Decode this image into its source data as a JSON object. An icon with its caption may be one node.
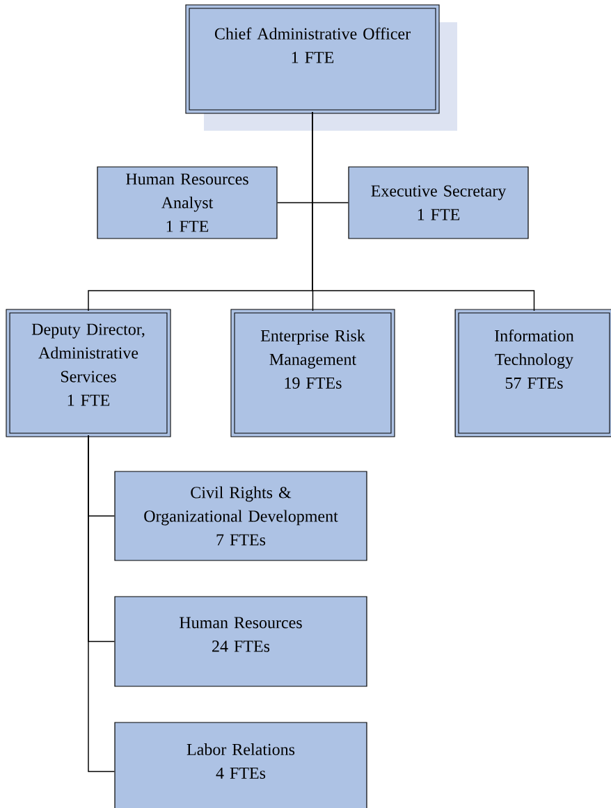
{
  "diagram": {
    "nodes": [
      {
        "text": [
          "Chief Administrative Officer",
          "1 FTE"
        ]
      },
      {
        "text": [
          "Human Resources Analyst",
          "1 FTE"
        ]
      },
      {
        "text": [
          "Executive Secretary",
          "1 FTE"
        ]
      },
      {
        "text": [
          "Deputy Director, Administrative Services",
          "1 FTE"
        ]
      },
      {
        "text": [
          "Enterprise Risk Management",
          "19 FTEs"
        ]
      },
      {
        "text": [
          "Information Technology",
          "57 FTEs"
        ]
      },
      {
        "text": [
          "Civil Rights & Organizational Development",
          "7 FTEs"
        ]
      },
      {
        "text": [
          "Human Resources",
          "24 FTEs"
        ]
      },
      {
        "text": [
          "Labor Relations",
          "4 FTEs"
        ]
      }
    ],
    "edges": [
      {
        "from": 0,
        "to": 1,
        "arrow": "none"
      },
      {
        "from": 0,
        "to": 2,
        "arrow": "none"
      },
      {
        "from": 0,
        "to": 3,
        "arrow": "none"
      },
      {
        "from": 0,
        "to": 4,
        "arrow": "none"
      },
      {
        "from": 0,
        "to": 5,
        "arrow": "none"
      },
      {
        "from": 3,
        "to": 6,
        "arrow": "none"
      },
      {
        "from": 3,
        "to": 7,
        "arrow": "none"
      },
      {
        "from": 3,
        "to": 8,
        "arrow": "none"
      }
    ]
  }
}
